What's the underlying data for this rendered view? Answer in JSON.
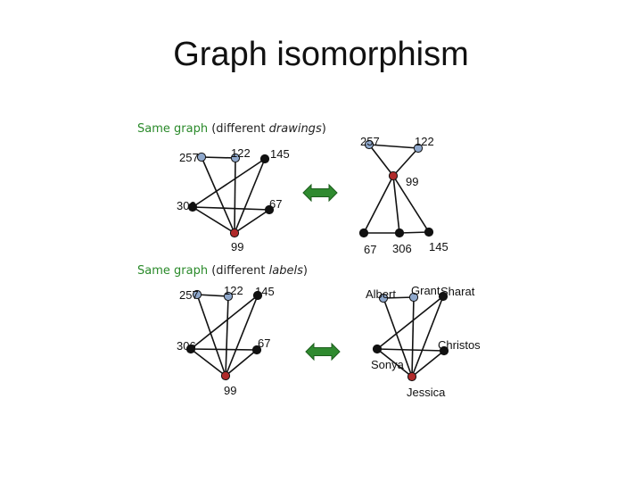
{
  "title": "Graph isomorphism",
  "captions": [
    {
      "highlight": "Same graph",
      "open": " (different ",
      "emph": "drawings",
      "close": ")"
    },
    {
      "highlight": "Same graph",
      "open": " (different ",
      "emph": "labels",
      "close": ")"
    }
  ],
  "colors": {
    "edge": "#111111",
    "node_black": "#111111",
    "node_blue": "#8fa8cc",
    "node_red": "#b02a2a",
    "arrow_fill": "#2f8a2f",
    "arrow_stroke": "#1d5e1d",
    "caption_highlight": "#2a8a2a"
  },
  "arrow_icon": "double-arrow-icon",
  "graphs": [
    {
      "id": "g1",
      "nodes": [
        {
          "id": "257",
          "label": "257",
          "color": "blue"
        },
        {
          "id": "122",
          "label": "122",
          "color": "blue"
        },
        {
          "id": "145",
          "label": "145",
          "color": "black"
        },
        {
          "id": "306",
          "label": "306",
          "color": "black"
        },
        {
          "id": "67",
          "label": "67",
          "color": "black"
        },
        {
          "id": "99",
          "label": "99",
          "color": "red"
        }
      ],
      "edges": [
        [
          "257",
          "122"
        ],
        [
          "257",
          "99"
        ],
        [
          "122",
          "99"
        ],
        [
          "145",
          "306"
        ],
        [
          "145",
          "99"
        ],
        [
          "306",
          "67"
        ],
        [
          "306",
          "99"
        ],
        [
          "67",
          "99"
        ]
      ]
    },
    {
      "id": "g2",
      "nodes": [
        {
          "id": "257",
          "label": "257",
          "color": "blue"
        },
        {
          "id": "122",
          "label": "122",
          "color": "blue"
        },
        {
          "id": "99",
          "label": "99",
          "color": "red"
        },
        {
          "id": "67",
          "label": "67",
          "color": "black"
        },
        {
          "id": "306",
          "label": "306",
          "color": "black"
        },
        {
          "id": "145",
          "label": "145",
          "color": "black"
        }
      ],
      "edges": [
        [
          "257",
          "122"
        ],
        [
          "257",
          "99"
        ],
        [
          "122",
          "99"
        ],
        [
          "99",
          "67"
        ],
        [
          "99",
          "306"
        ],
        [
          "99",
          "145"
        ],
        [
          "67",
          "306"
        ],
        [
          "306",
          "145"
        ]
      ]
    },
    {
      "id": "g3",
      "nodes": [
        {
          "id": "257",
          "label": "257",
          "color": "blue"
        },
        {
          "id": "122",
          "label": "122",
          "color": "blue"
        },
        {
          "id": "145",
          "label": "145",
          "color": "black"
        },
        {
          "id": "306",
          "label": "306",
          "color": "black"
        },
        {
          "id": "67",
          "label": "67",
          "color": "black"
        },
        {
          "id": "99",
          "label": "99",
          "color": "red"
        }
      ],
      "edges": [
        [
          "257",
          "122"
        ],
        [
          "257",
          "99"
        ],
        [
          "122",
          "99"
        ],
        [
          "145",
          "306"
        ],
        [
          "145",
          "99"
        ],
        [
          "306",
          "67"
        ],
        [
          "306",
          "99"
        ],
        [
          "67",
          "99"
        ]
      ]
    },
    {
      "id": "g4",
      "nodes": [
        {
          "id": "albert",
          "label": "Albert",
          "color": "blue"
        },
        {
          "id": "grant",
          "label": "Grant",
          "color": "blue"
        },
        {
          "id": "sharat",
          "label": "Sharat",
          "color": "black"
        },
        {
          "id": "sonya",
          "label": "Sonya",
          "color": "black"
        },
        {
          "id": "christos",
          "label": "Christos",
          "color": "black"
        },
        {
          "id": "jessica",
          "label": "Jessica",
          "color": "red"
        }
      ],
      "edges": [
        [
          "albert",
          "grant"
        ],
        [
          "albert",
          "jessica"
        ],
        [
          "grant",
          "jessica"
        ],
        [
          "sharat",
          "sonya"
        ],
        [
          "sharat",
          "jessica"
        ],
        [
          "sonya",
          "christos"
        ],
        [
          "sonya",
          "jessica"
        ],
        [
          "christos",
          "jessica"
        ]
      ]
    }
  ]
}
